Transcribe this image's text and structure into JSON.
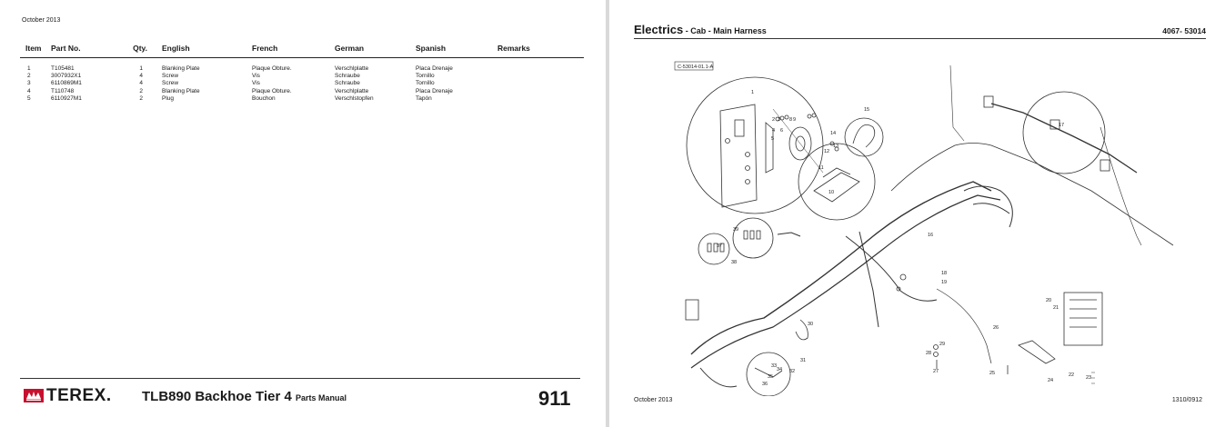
{
  "left_page": {
    "date": "October 2013",
    "columns": [
      "Item",
      "Part No.",
      "Qty.",
      "English",
      "French",
      "German",
      "Spanish",
      "Remarks"
    ],
    "rows": [
      {
        "item": "1",
        "part_no": "T105481",
        "qty": "1",
        "english": "Blanking Plate",
        "french": "Plaque Obture.",
        "german": "Verschlplatte",
        "spanish": "Placa Drenaje",
        "remarks": ""
      },
      {
        "item": "2",
        "part_no": "3007932X1",
        "qty": "4",
        "english": "Screw",
        "french": "Vis",
        "german": "Schraube",
        "spanish": "Tornillo",
        "remarks": ""
      },
      {
        "item": "3",
        "part_no": "6110869M1",
        "qty": "4",
        "english": "Screw",
        "french": "Vis",
        "german": "Schraube",
        "spanish": "Tornillo",
        "remarks": ""
      },
      {
        "item": "4",
        "part_no": "T110748",
        "qty": "2",
        "english": "Blanking Plate",
        "french": "Plaque Obture.",
        "german": "Verschlplatte",
        "spanish": "Placa Drenaje",
        "remarks": ""
      },
      {
        "item": "5",
        "part_no": "6110927M1",
        "qty": "2",
        "english": "Plug",
        "french": "Bouchon",
        "german": "Verschlstopfen",
        "spanish": "Tapón",
        "remarks": ""
      }
    ],
    "footer": {
      "brand": "TEREX.",
      "model": "TLB890 Backhoe Tier 4",
      "manual": "Parts Manual",
      "page_number": "911"
    }
  },
  "right_page": {
    "title": "Electrics",
    "subtitle": " - Cab - Main Harness",
    "doc_code": "4067- 53014",
    "figure_ref": "C-53014-01.1-A",
    "callouts": [
      "1",
      "2",
      "3",
      "4",
      "5",
      "6",
      "8",
      "9",
      "10",
      "11",
      "12",
      "13",
      "14",
      "15",
      "16",
      "17",
      "18",
      "19",
      "20",
      "21",
      "22",
      "23",
      "24",
      "25",
      "26",
      "27",
      "28",
      "29",
      "30",
      "31",
      "32",
      "33",
      "34",
      "35",
      "36",
      "37",
      "38",
      "39"
    ],
    "date": "October 2013",
    "ref_code": "1310/0912"
  },
  "colors": {
    "text": "#1a1a1a",
    "logo_red": "#c8102e",
    "gutter": "#d9d9d9"
  }
}
